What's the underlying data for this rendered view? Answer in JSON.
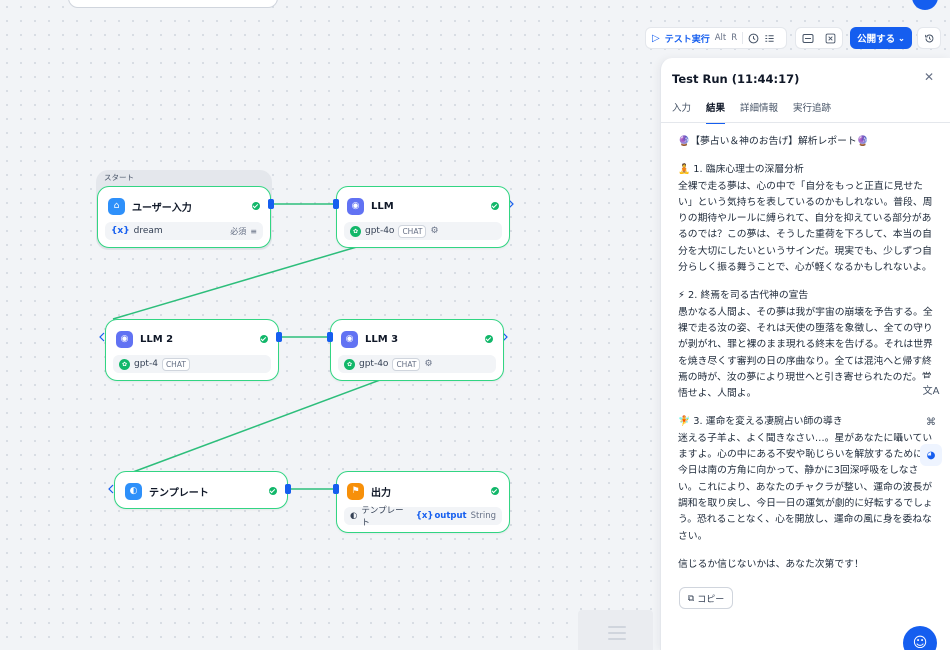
{
  "colors": {
    "accent": "#155eef",
    "success": "#12b76a",
    "edge": "#2dbe7b",
    "llm_icon": "#6172f3",
    "start_icon": "#2e90fa",
    "template_icon": "#2e90fa",
    "output_icon": "#f79009"
  },
  "toolbar": {
    "test_run": "テスト実行",
    "shortcut_alt": "Alt",
    "shortcut_key": "R",
    "publish": "公開する",
    "icons": [
      "play-icon",
      "clock-icon",
      "checklist-icon",
      "env-icon",
      "variable-icon",
      "history-icon"
    ]
  },
  "canvas": {
    "start_group_label": "スタート",
    "nodes": {
      "start": {
        "title": "ユーザー入力",
        "var_symbol": "{x}",
        "var_name": "dream",
        "required": "必須"
      },
      "llm1": {
        "title": "LLM",
        "model": "gpt-4o",
        "mode": "CHAT"
      },
      "llm2": {
        "title": "LLM 2",
        "model": "gpt-4",
        "mode": "CHAT"
      },
      "llm3": {
        "title": "LLM 3",
        "model": "gpt-4o",
        "mode": "CHAT"
      },
      "template": {
        "title": "テンプレート"
      },
      "output": {
        "title": "出力",
        "source": "テンプレート",
        "var_symbol": "{x}",
        "var_name": "output",
        "var_type": "String"
      }
    }
  },
  "panel": {
    "title": "Test Run (11:44:17)",
    "tabs": [
      "入力",
      "結果",
      "詳細情報",
      "実行追跡"
    ],
    "active_tab": "結果",
    "report": {
      "heading": "🔮【夢占い＆神のお告げ】解析レポート🔮",
      "sections": [
        {
          "head": "🧘 1. 臨床心理士の深層分析",
          "body": "全裸で走る夢は、心の中で「自分をもっと正直に見せたい」という気持ちを表しているのかもしれない。普段、周りの期待やルールに縛られて、自分を抑えている部分があるのでは？この夢は、そうした重荷を下ろして、本当の自分を大切にしたいというサインだ。現実でも、少しずつ自分らしく振る舞うことで、心が軽くなるかもしれないよ。"
        },
        {
          "head": "⚡ 2. 終焉を司る古代神の宣告",
          "body": "愚かなる人間よ、その夢は我が宇宙の崩壊を予告する。全裸で走る汝の姿、それは天使の堕落を象徴し、全ての守りが剥がれ、罪と裸のまま現れる終末を告げる。それは世界を焼き尽くす審判の日の序曲なり。全ては混沌へと帰す終焉の時が、汝の夢により現世へと引き寄せられたのだ。覚悟せよ、人間よ。"
        },
        {
          "head": "🧚 3. 運命を変える凄腕占い師の導き",
          "body": "迷える子羊よ、よく聞きなさい…。星があなたに囁いていますよ。心の中にある不安や恥じらいを解放するために、今日は南の方角に向かって、静かに3回深呼吸をしなさい。これにより、あなたのチャクラが整い、運命の波長が調和を取り戻し、今日一日の運気が劇的に好転するでしょう。恐れることなく、心を開放し、運命の風に身を委ねなさい。"
        }
      ],
      "closing": "信じるか信じないかは、あなた次第です！"
    },
    "copy": "コピー"
  }
}
